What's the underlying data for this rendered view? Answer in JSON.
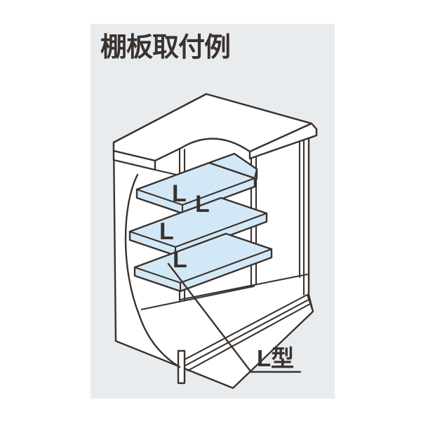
{
  "title": "棚板取付例",
  "shelf_marks": {
    "top_left": "L",
    "top_right": "L",
    "middle": "L",
    "bottom": "L"
  },
  "callout": {
    "label": "L型"
  },
  "colors": {
    "panel_bg": "#e8ecef",
    "line": "#3a322e",
    "shelf_fill": "#d2e8f6",
    "surface": "#ffffff"
  }
}
